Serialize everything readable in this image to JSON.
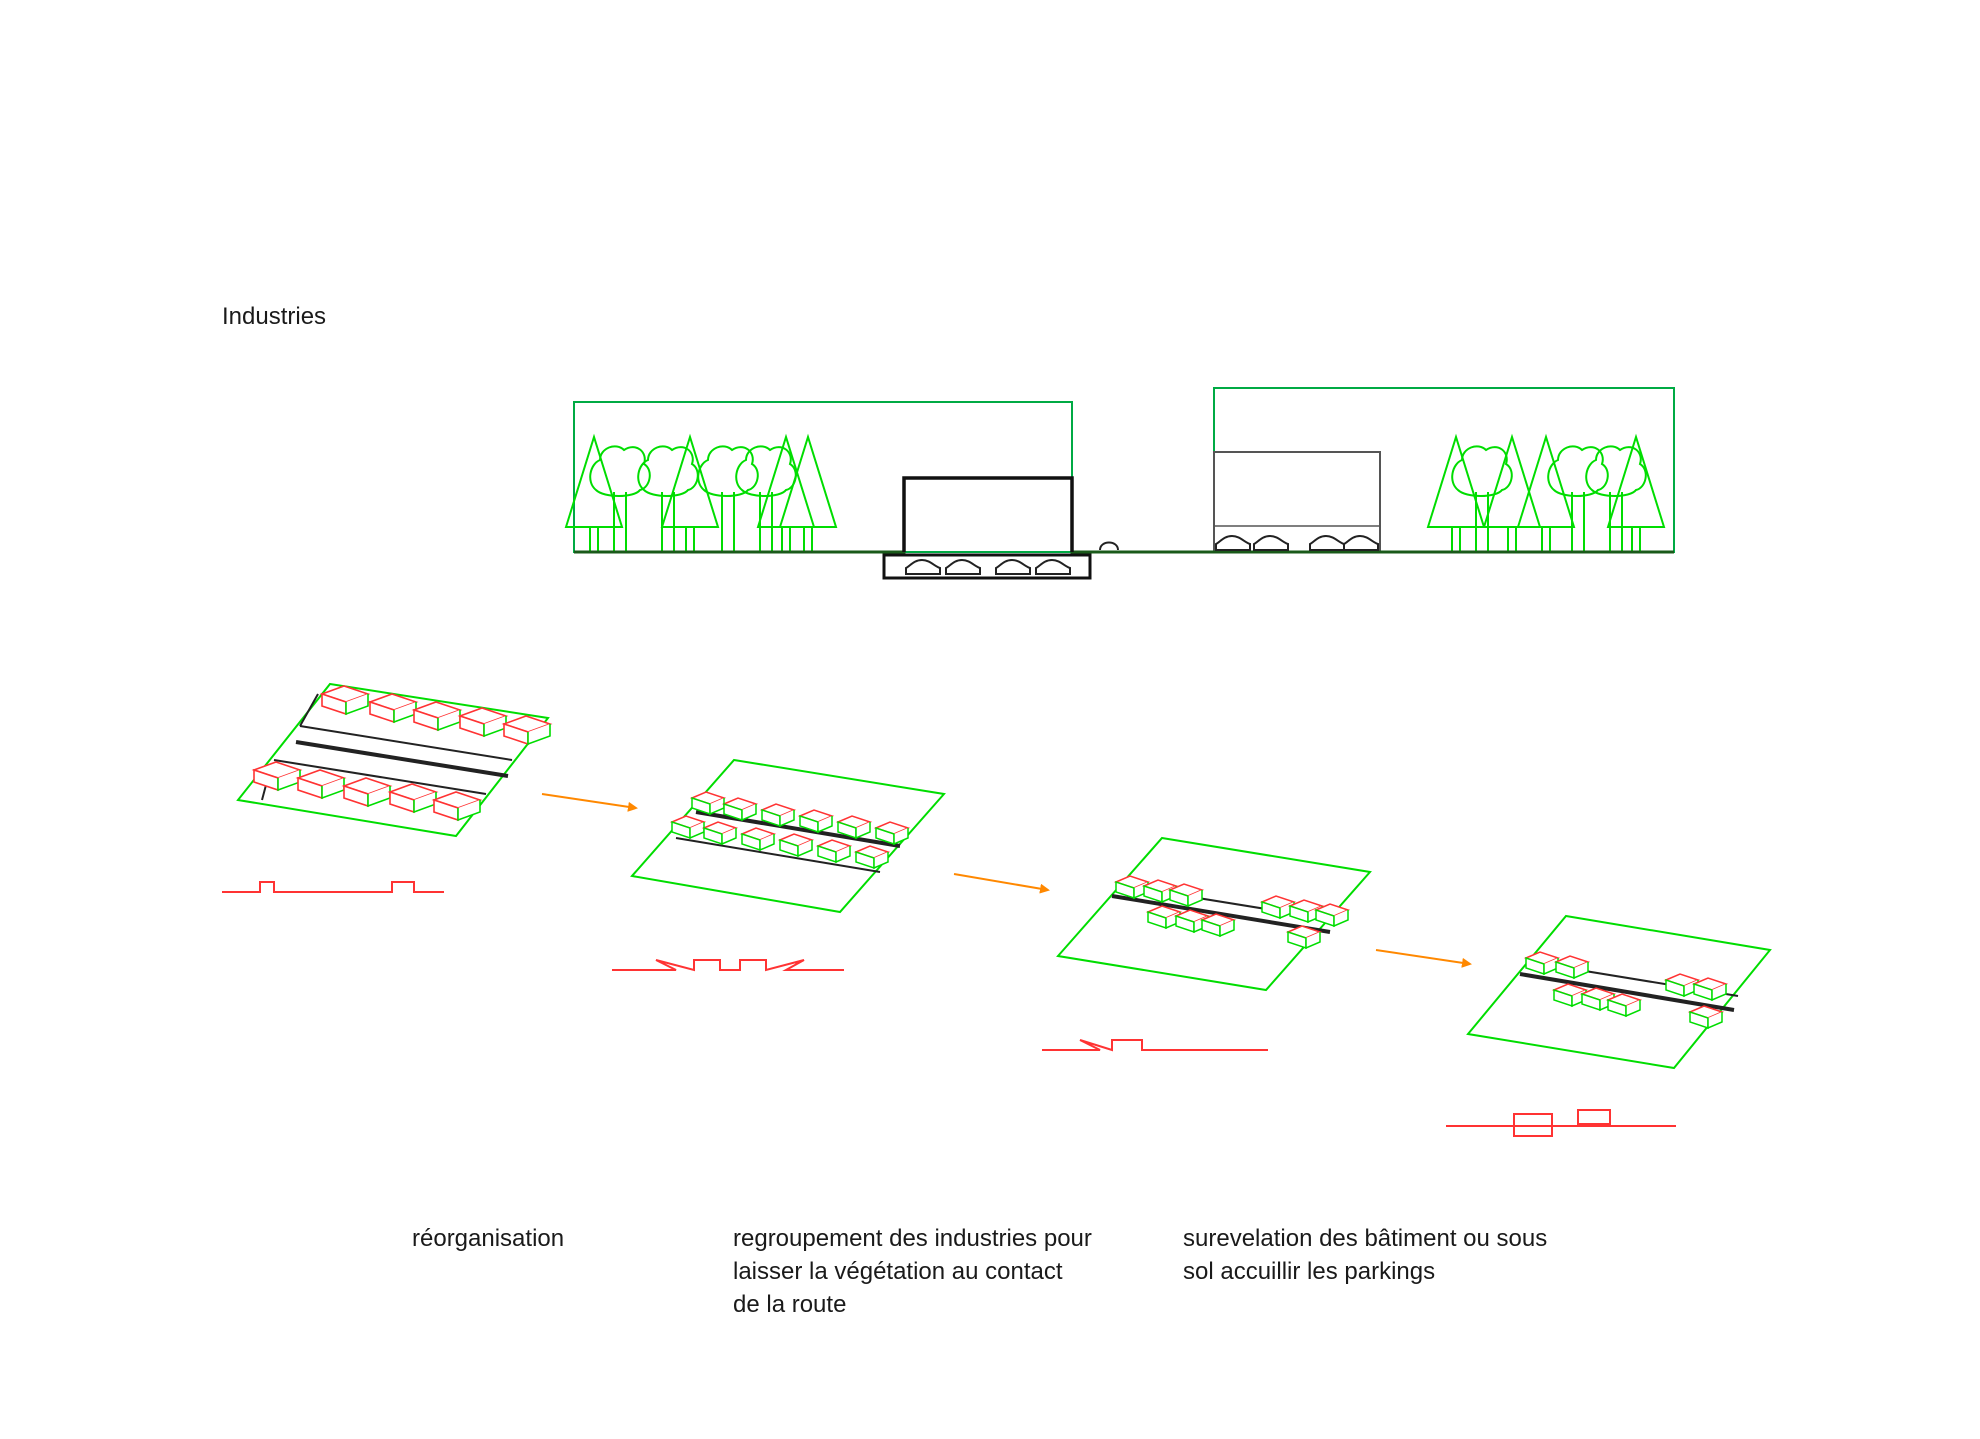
{
  "title": "Industries",
  "captions": [
    "réorganisation",
    "regroupement des industries pour laisser la végétation au contact de la route",
    "surevelation des bâtiment ou sous sol accuillir les parkings"
  ],
  "colors": {
    "vegetation": "#00dd00",
    "building": "#ff3333",
    "road": "#222222",
    "arrow": "#ff8800",
    "profile": "#ff3333"
  }
}
